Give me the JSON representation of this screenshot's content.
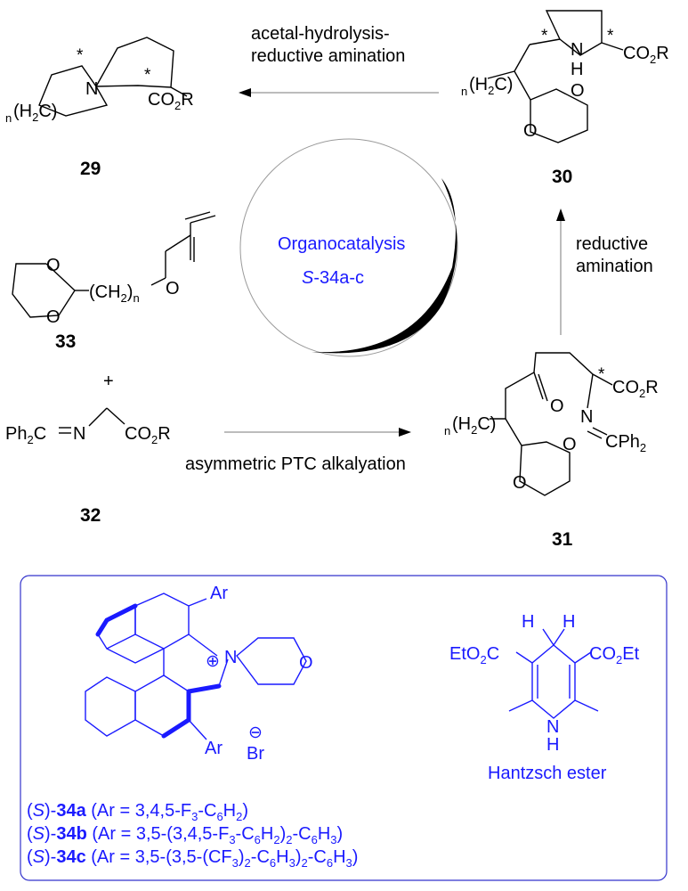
{
  "compounds": {
    "c29": {
      "label": "29",
      "n": "n",
      "group_left": "(H",
      "group_sub": "2",
      "group_right": "C)",
      "N": "N",
      "star1": "*",
      "star2": "*",
      "ester_co": "CO",
      "ester_sub": "2",
      "ester_r": "R"
    },
    "c30": {
      "label": "30",
      "n": "n",
      "group_left": "(H",
      "group_sub": "2",
      "group_right": "C)",
      "N": "N",
      "H": "H",
      "star1": "*",
      "star2": "*",
      "ester_co": "CO",
      "ester_sub": "2",
      "ester_r": "R",
      "O1": "O",
      "O2": "O"
    },
    "c31": {
      "label": "31",
      "n": "n",
      "group_left": "(H",
      "group_sub": "2",
      "group_right": "C)",
      "star": "*",
      "ester_co": "CO",
      "ester_sub": "2",
      "ester_r": "R",
      "O_ketone": "O",
      "N": "N",
      "imine_c": "CPh",
      "imine_sub": "2",
      "O1": "O",
      "O2": "O"
    },
    "c32": {
      "label": "32",
      "ph": "Ph",
      "ph_sub": "2",
      "ph_c": "C",
      "N": "N",
      "ester_co": "CO",
      "ester_sub": "2",
      "ester_r": "R"
    },
    "c33": {
      "label": "33",
      "O1": "O",
      "O2": "O",
      "O3": "O",
      "chain": "(CH",
      "chain_sub": "2",
      "chain_close": ")",
      "n": "n"
    },
    "plus": "+"
  },
  "arrows": {
    "top_line1": "acetal-hydrolysis-",
    "top_line2": "reductive amination",
    "right_line1": "reductive",
    "right_line2": "amination",
    "bottom": "asymmetric PTC alkalyation"
  },
  "center": {
    "line1": "Organocatalysis",
    "line2_italic": "S",
    "line2_rest": "-34a-c"
  },
  "catalyst_box": {
    "ar_top": "Ar",
    "ar_bottom": "Ar",
    "N": "N",
    "O": "O",
    "plus": "⊕",
    "minus": "⊖",
    "br": "Br",
    "hantzsch": {
      "left_ester": "EtO",
      "left_sub": "2",
      "left_c": "C",
      "right_ester": "CO",
      "right_sub": "2",
      "right_et": "Et",
      "H1": "H",
      "H2": "H",
      "NH_N": "N",
      "NH_H": "H",
      "name": "Hantzsch ester"
    },
    "legend": [
      {
        "open": "(",
        "s": "S",
        "close": ")-",
        "cpd": "34a",
        "desc": " (Ar = 3,4,5-F",
        "parts": [
          [
            "3",
            ""
          ],
          [
            "-C",
            ""
          ],
          [
            "6",
            ""
          ],
          [
            "H",
            ""
          ],
          [
            "2",
            ""
          ],
          [
            ")",
            ""
          ]
        ]
      },
      {
        "open": "(",
        "s": "S",
        "close": ")-",
        "cpd": "34b",
        "desc": " (Ar = 3,5-(3,4,5-F",
        "parts": []
      },
      {
        "open": "(",
        "s": "S",
        "close": ")-",
        "cpd": "34c",
        "desc": " (Ar = 3,5-(3,5-(CF",
        "parts": []
      }
    ]
  },
  "colors": {
    "ink": "#000000",
    "catalyst": "#1a1aff",
    "box_border": "#3333cc"
  }
}
